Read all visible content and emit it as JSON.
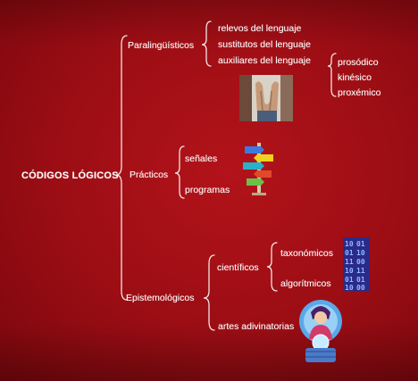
{
  "root": {
    "label": "CÓDIGOS LÓGICOS"
  },
  "branches": {
    "paralinguisticos": {
      "label": "Paralingüísticos",
      "items": [
        "relevos del lenguaje",
        "sustitutos del lenguaje",
        "auxiliares del lenguaje"
      ],
      "sub_items": [
        "prosódico",
        "kinésico",
        "proxémico"
      ]
    },
    "practicos": {
      "label": "Prácticos",
      "items": [
        "señales",
        "programas"
      ]
    },
    "epistemologicos": {
      "label": "Epistemológicos",
      "cientificos": {
        "label": "científicos",
        "items": [
          "taxonómicos",
          "algorítmicos"
        ]
      },
      "artes": {
        "label": "artes adivinatorias"
      }
    }
  },
  "colors": {
    "background": "#a50f16",
    "text": "#ffffff",
    "lines": "#f2e6e6"
  },
  "icons": [
    "hands-photo-icon",
    "signpost-icon",
    "binary-code-icon",
    "fortune-teller-icon"
  ]
}
